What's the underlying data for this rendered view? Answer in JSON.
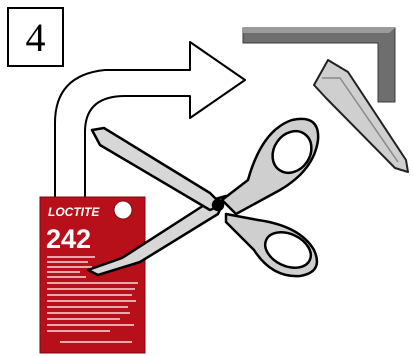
{
  "step": {
    "number": "4"
  },
  "package": {
    "brand": "LOCTITE",
    "product_number": "242"
  },
  "icons": [
    "curved-arrow-icon",
    "scissors-icon",
    "corner-bracket-icon",
    "blade-icon",
    "product-package-icon"
  ],
  "colors": {
    "package_red": "#b8101a",
    "bracket_gray": "#6e6e6e",
    "outline": "#000000",
    "blade_gray": "#cfcfcf"
  }
}
